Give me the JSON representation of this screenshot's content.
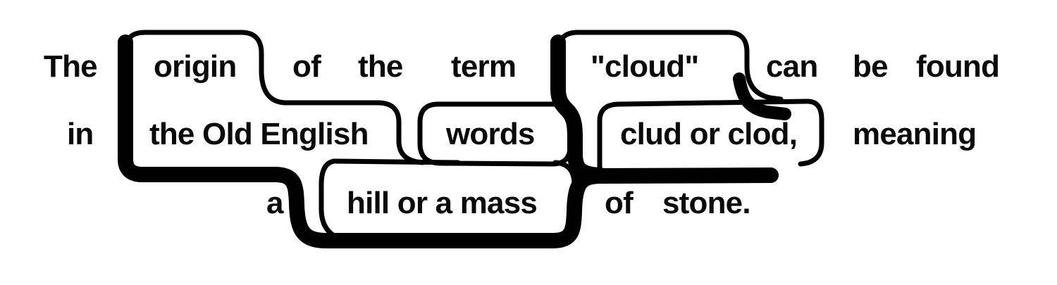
{
  "sentence": "The origin of the term \"cloud\" can be found in the Old English words clud or clod, meaning a hill or a mass of stone.",
  "lines": [
    {
      "words": [
        {
          "text": "The",
          "chunked": false
        },
        {
          "text": "origin",
          "chunked": true
        },
        {
          "text": "of",
          "chunked": false
        },
        {
          "text": "the",
          "chunked": false
        },
        {
          "text": "term",
          "chunked": false
        },
        {
          "text": "\"cloud\"",
          "chunked": true
        },
        {
          "text": "can",
          "chunked": false
        },
        {
          "text": "be",
          "chunked": false
        },
        {
          "text": "found",
          "chunked": false
        }
      ]
    },
    {
      "words": [
        {
          "text": "in",
          "chunked": false
        },
        {
          "text": "the Old English",
          "chunked": true
        },
        {
          "text": "words",
          "chunked": true
        },
        {
          "text": "clud or clod,",
          "chunked": true
        },
        {
          "text": "meaning",
          "chunked": false
        }
      ]
    },
    {
      "words": [
        {
          "text": "a",
          "chunked": false
        },
        {
          "text": "hill or a mass",
          "chunked": true
        },
        {
          "text": "of",
          "chunked": false
        },
        {
          "text": "stone.",
          "chunked": false
        }
      ]
    }
  ],
  "chunks": [
    "origin",
    "\"cloud\"",
    "the Old English",
    "words",
    "clud or clod,",
    "hill or a mass"
  ],
  "colors": {
    "ink": "#000000",
    "background": "#ffffff"
  }
}
